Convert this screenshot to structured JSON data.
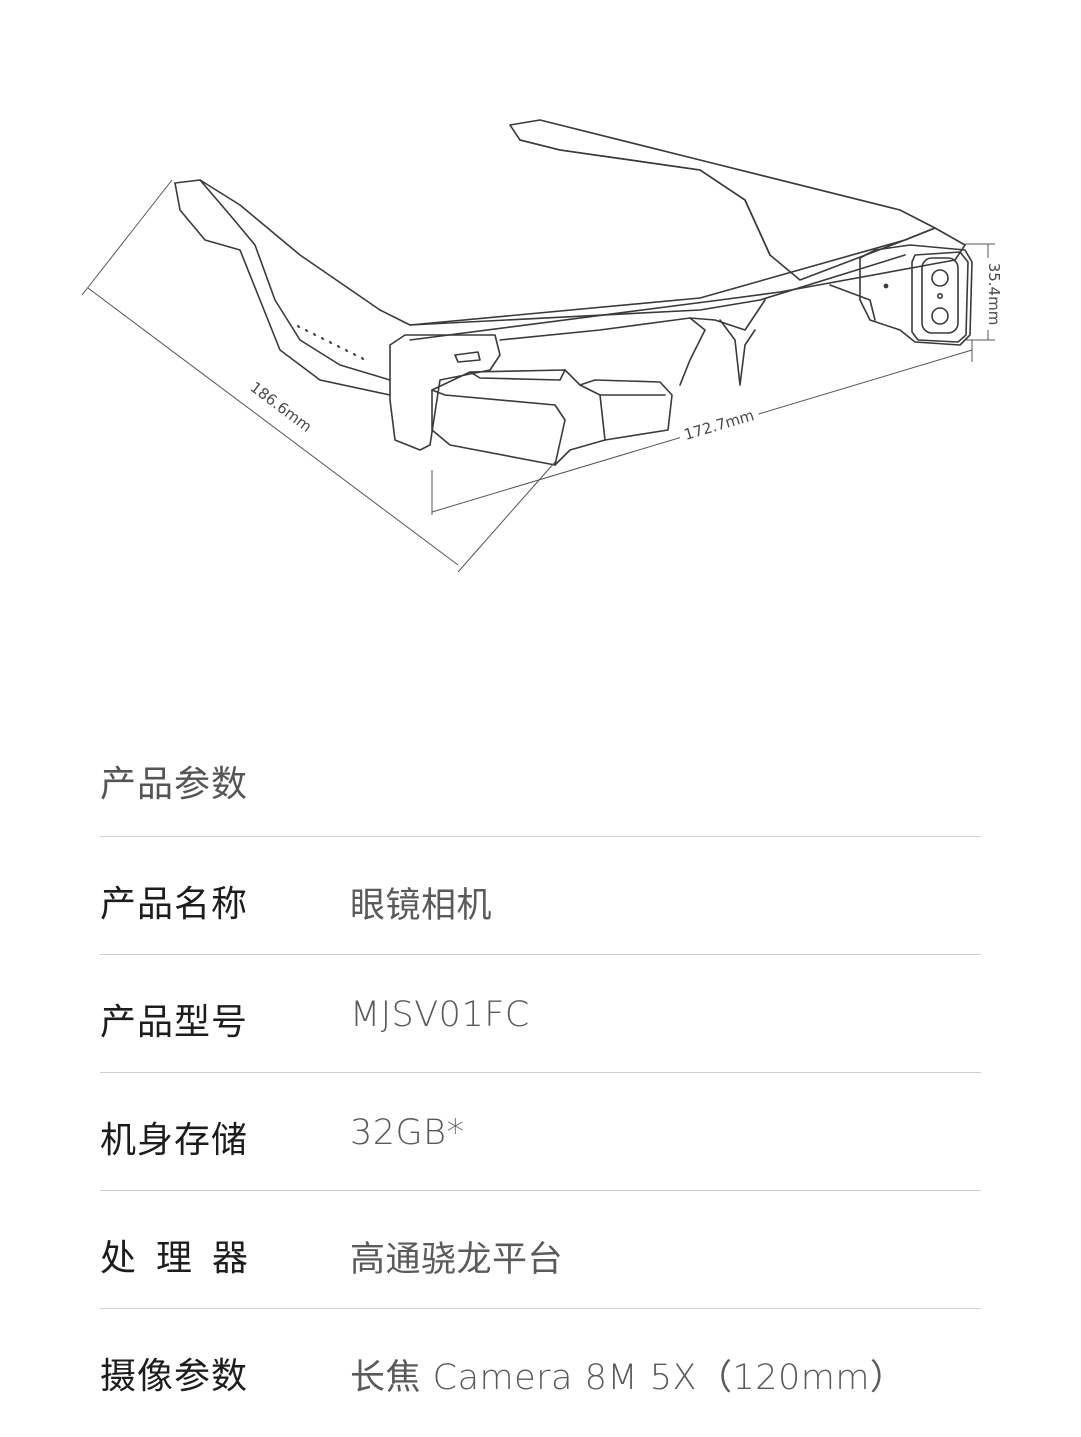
{
  "dimensions": {
    "length": "186.6mm",
    "width": "172.7mm",
    "height": "35.4mm"
  },
  "section_title": "产品参数",
  "specs": [
    {
      "label": "产品名称",
      "value": "眼镜相机"
    },
    {
      "label": "产品型号",
      "value": "MJSV01FC"
    },
    {
      "label": "机身存储",
      "value": "32GB*"
    },
    {
      "label": "处理器",
      "value": "高通骁龙平台"
    },
    {
      "label": "摄像参数",
      "value": "长焦 Camera 8M 5X（120mm）"
    }
  ],
  "icons": {
    "illustration": "glasses-camera-line-drawing"
  }
}
